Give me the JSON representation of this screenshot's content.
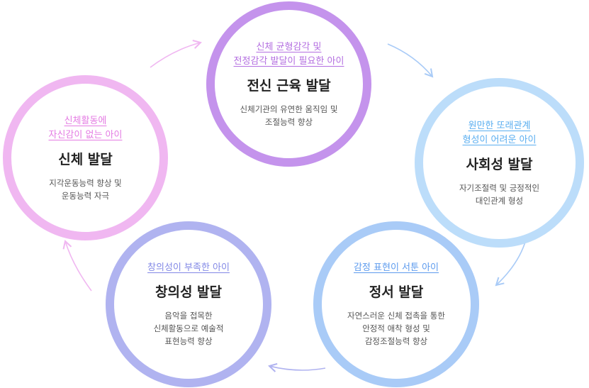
{
  "colors": {
    "purple": "#c493ec",
    "pink": "#f0b7f1",
    "light_blue": "#bcddfa",
    "lavender": "#b0b3f0",
    "blue": "#a9cbf7"
  },
  "nodes": {
    "top": {
      "need": "신체 균형감각 및\n전정감각 발달이 필요한 아이",
      "title": "전신 근육 발달",
      "desc": "신체기관의 유연한 움직임 및\n조절능력 향상"
    },
    "right": {
      "need": "원만한 또래관계\n형성이 어려운 아이",
      "title": "사회성 발달",
      "desc": "자기조절력 및 긍정적인\n대인관계 형성"
    },
    "bottom_right": {
      "need": "감정 표현이 서툰 아이",
      "title": "정서 발달",
      "desc": "자연스러운 신체 접촉을 통한\n안정적 애착 형성 및\n감정조절능력 향상"
    },
    "bottom_left": {
      "need": "창의성이 부족한 아이",
      "title": "창의성 발달",
      "desc": "음악을 접목한\n신체활동으로 예술적\n표현능력 향상"
    },
    "left": {
      "need": "신체활동에\n자신감이 없는 아이",
      "title": "신체 발달",
      "desc": "지각운동능력 향상 및\n운동능력 자극"
    }
  }
}
